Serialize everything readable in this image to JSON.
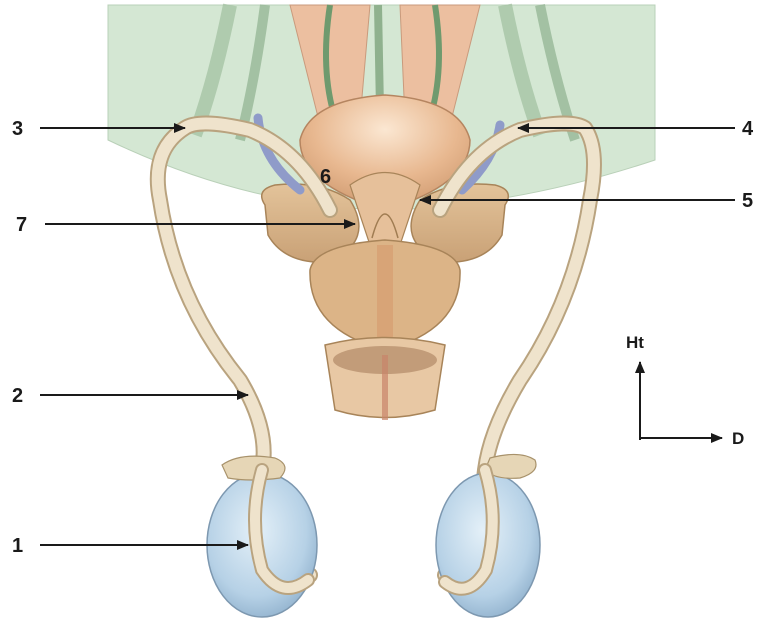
{
  "diagram": {
    "labels": {
      "l1": "1",
      "l2": "2",
      "l3": "3",
      "l4": "4",
      "l5": "5",
      "l6": "6",
      "l7": "7"
    },
    "orientation": {
      "up": "Ht",
      "right": "D"
    }
  },
  "colors": {
    "background_tissue": "#cfe3cf",
    "muscle": "#e8b08e",
    "gland": "#dcb487",
    "duct": "#efe3cc",
    "testis": "#bcd6ea",
    "vessel_blue": "#8f9bc9",
    "line": "#1a1a1a"
  }
}
